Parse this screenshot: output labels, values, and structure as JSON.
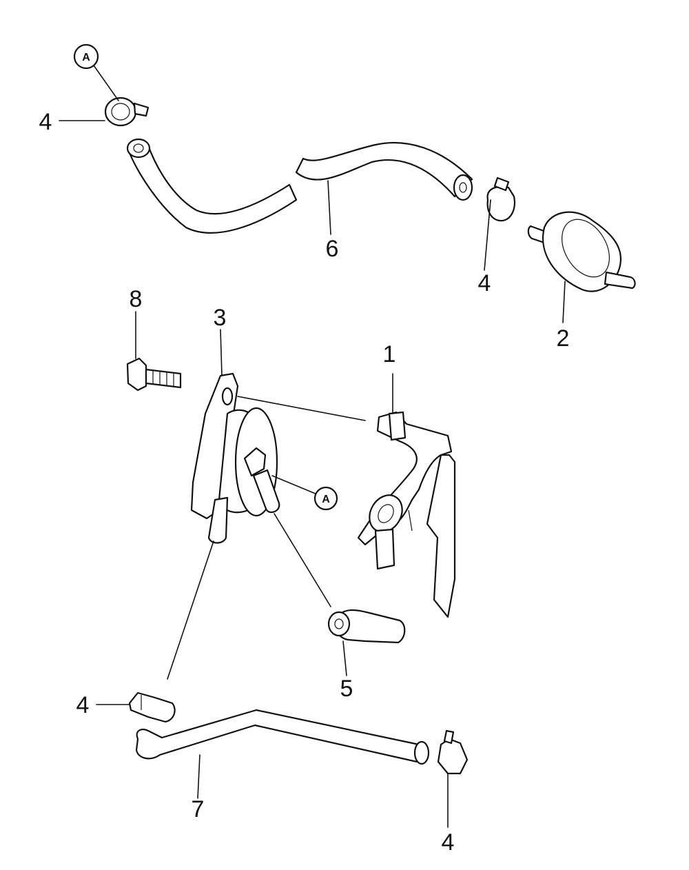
{
  "callouts": {
    "c1": "1",
    "c2": "2",
    "c3": "3",
    "c4a": "4",
    "c4b": "4",
    "c4c": "4",
    "c4d": "4",
    "c5": "5",
    "c6": "6",
    "c7": "7",
    "c8": "8"
  },
  "refs": {
    "top": "A",
    "mid": "A"
  }
}
